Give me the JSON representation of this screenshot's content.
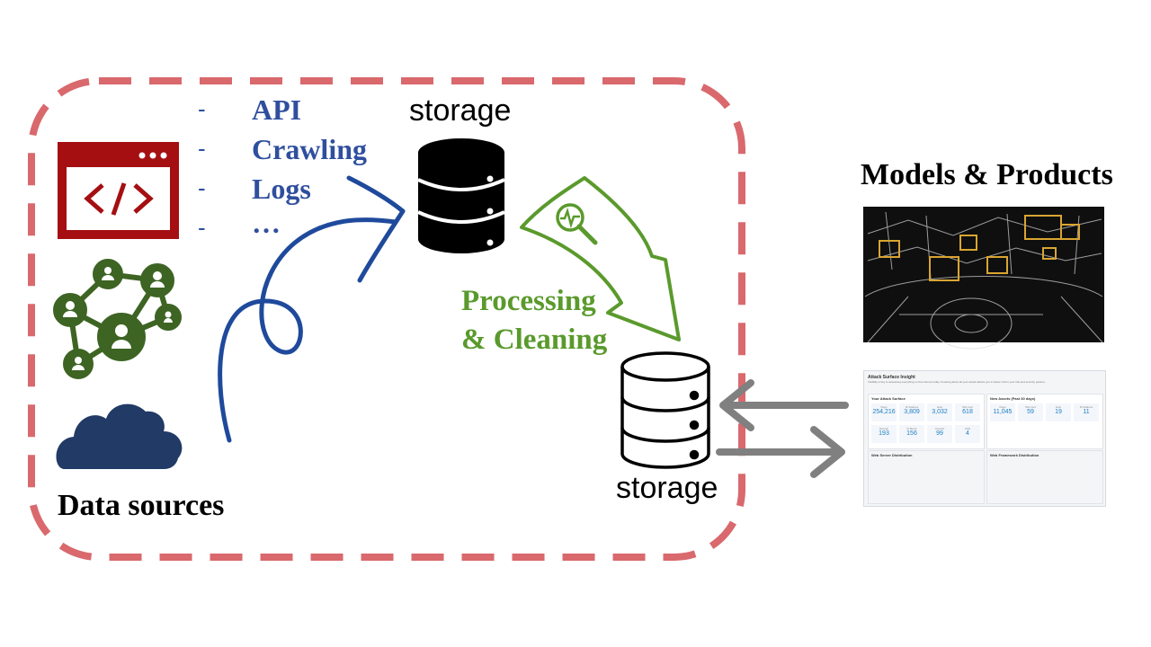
{
  "data_sources": {
    "title": "Data sources",
    "icons": [
      "code-window-icon",
      "people-network-icon",
      "cloud-icon"
    ]
  },
  "collection_methods": [
    {
      "dash": "-",
      "label": "API"
    },
    {
      "dash": "-",
      "label": "Crawling"
    },
    {
      "dash": "-",
      "label": "Logs"
    },
    {
      "dash": "-",
      "label": "…"
    }
  ],
  "storage_top": {
    "label": "storage"
  },
  "processing": {
    "line1": "Processing",
    "line2": "& Cleaning"
  },
  "storage_bottom": {
    "label": "storage"
  },
  "models_products": {
    "title": "Models & Products"
  },
  "dashboard": {
    "title": "Attack Surface Insight",
    "subtitle": "Visibility is key to assessing everything on the internet today. Knowing about all your assets allows you to better inform your risk and security posture.",
    "panels": [
      {
        "title": "Your Attack Surface",
        "metrics": [
          {
            "label": "Page",
            "value": "254,216"
          },
          {
            "label": "IP Address",
            "value": "3,809"
          },
          {
            "label": "Host",
            "value": "3,032"
          },
          {
            "label": "SSL Cert",
            "value": "618"
          },
          {
            "label": "Domain",
            "value": "193"
          },
          {
            "label": "IP Block",
            "value": "156"
          },
          {
            "label": "Contact",
            "value": "99"
          },
          {
            "label": "ASN",
            "value": "4"
          }
        ]
      },
      {
        "title": "New Assets (Past 30 days)",
        "metrics": [
          {
            "label": "Page",
            "value": "11,045"
          },
          {
            "label": "SSL Cert",
            "value": "59"
          },
          {
            "label": "Host",
            "value": "19"
          },
          {
            "label": "IP Address",
            "value": "11"
          }
        ]
      },
      {
        "title": "Web Server Distribution"
      },
      {
        "title": "Web Framework Distribution"
      }
    ]
  },
  "colors": {
    "boundary": "#d9696d",
    "method_text": "#2f4f9e",
    "process_green": "#5a9a2c",
    "code_icon_red": "#a50f12",
    "people_green": "#3d6423",
    "cloud_navy": "#213a66",
    "arrow_gray": "#808080"
  }
}
